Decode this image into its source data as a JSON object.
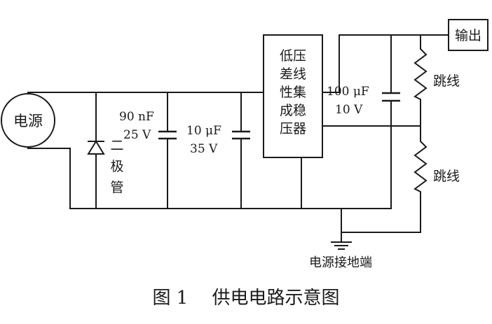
{
  "diagram": {
    "power_source": "电源",
    "diode": [
      "二",
      "极",
      "管"
    ],
    "cap1": {
      "value": "90  nF",
      "voltage": "25  V"
    },
    "cap2": {
      "value": "10  μF",
      "voltage": "35  V"
    },
    "regulator": [
      "低压",
      "差线",
      "性集",
      "成稳",
      "压器"
    ],
    "cap3": {
      "value": "100  μF",
      "voltage": "10  V"
    },
    "output": "输出",
    "jumper1": "跳线",
    "jumper2": "跳线",
    "ground": "电源接地端",
    "caption": "图 1　 供电电路示意图"
  }
}
